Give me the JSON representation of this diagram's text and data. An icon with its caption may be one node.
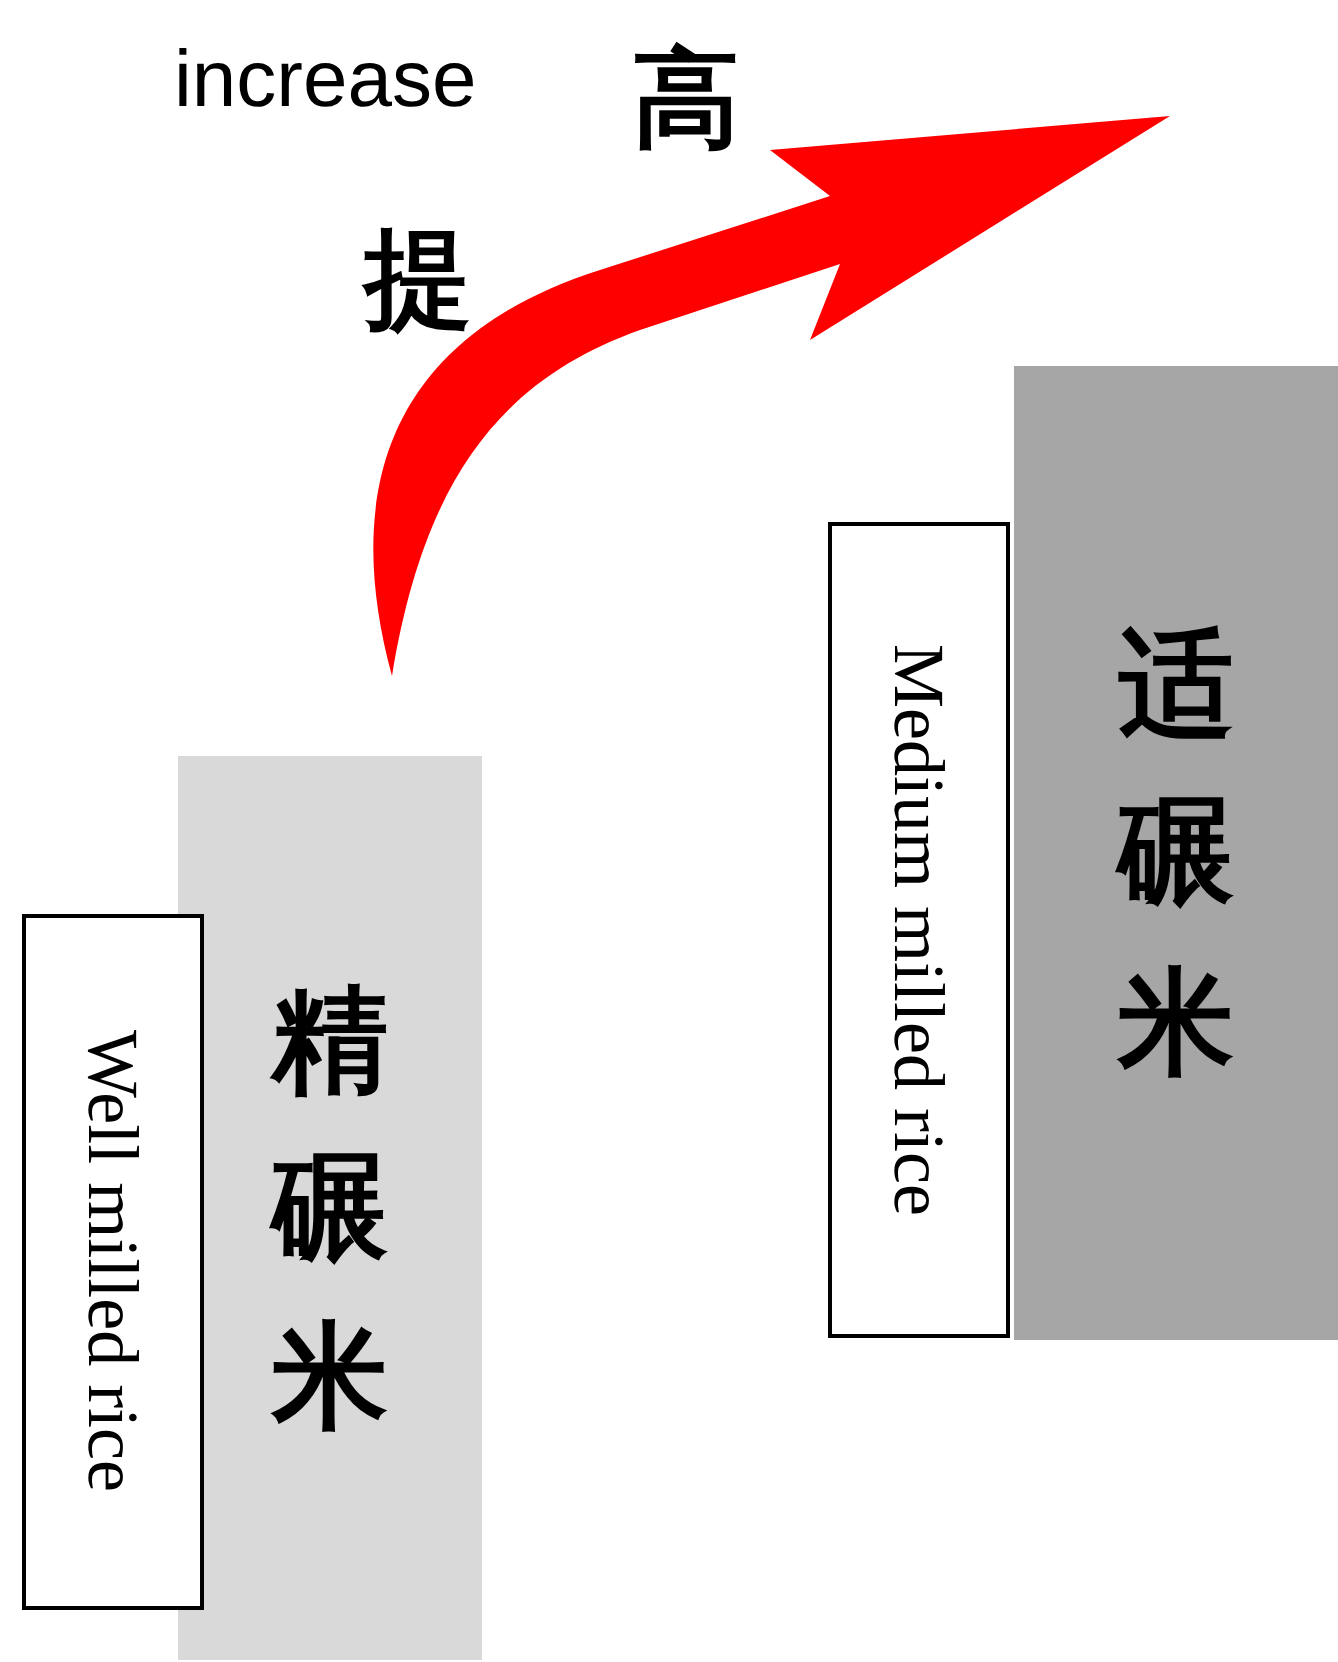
{
  "diagram": {
    "nodes": [
      {
        "text": [
          "精碾米"
        ]
      },
      {
        "text": [
          "Well milled rice"
        ]
      },
      {
        "text": [
          "适碾米"
        ]
      },
      {
        "text": [
          "Medium milled rice"
        ]
      }
    ],
    "labels": [
      "increase",
      "高",
      "提"
    ]
  }
}
